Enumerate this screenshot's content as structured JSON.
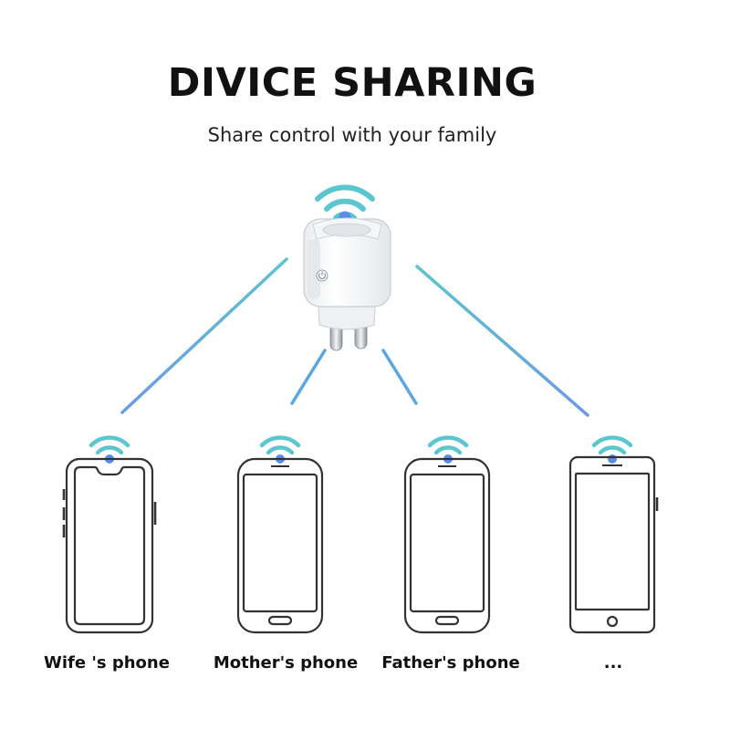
{
  "header": {
    "title": "DIVICE SHARING",
    "subtitle": "Share control with your family"
  },
  "devices": [
    {
      "label": "Wife 's phone"
    },
    {
      "label": "Mother's phone"
    },
    {
      "label": "Father's phone"
    },
    {
      "label": "..."
    }
  ],
  "icons": {
    "plug": "smart-plug-icon",
    "wifi": "wifi-icon",
    "phone": "phone-icon"
  },
  "colors": {
    "wifi_arc": "#5cc6cf",
    "wifi_dot": "#5b8ee6",
    "line_start": "#5ec4cc",
    "line_end": "#6a9be6",
    "outline": "#333333"
  }
}
